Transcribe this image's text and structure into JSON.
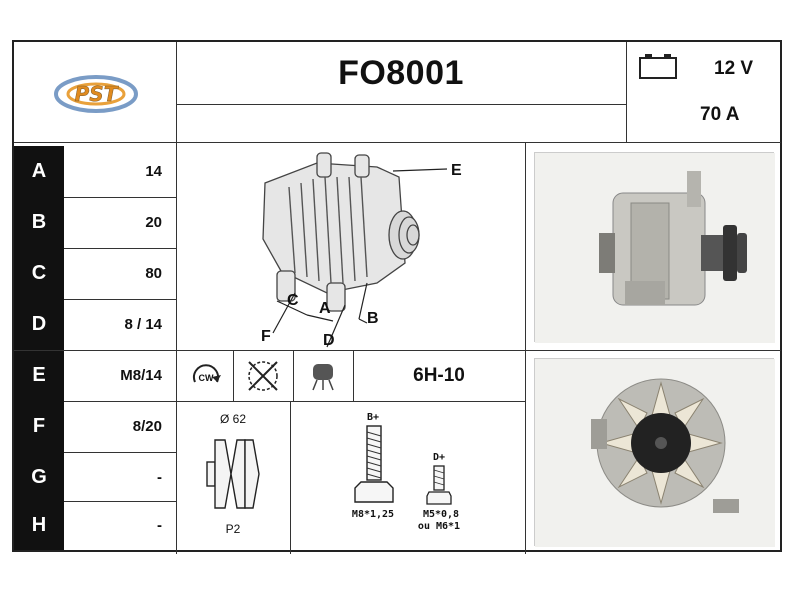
{
  "product": {
    "code": "FO8001",
    "voltage": "12 V",
    "current": "70 A",
    "logo_text": "PST"
  },
  "dimensions": [
    {
      "key": "A",
      "value": "14"
    },
    {
      "key": "B",
      "value": "20"
    },
    {
      "key": "C",
      "value": "80"
    },
    {
      "key": "D",
      "value": "8 / 14"
    },
    {
      "key": "E",
      "value": "M8/14"
    },
    {
      "key": "F",
      "value": "8/20"
    },
    {
      "key": "G",
      "value": "-"
    },
    {
      "key": "H",
      "value": "-"
    }
  ],
  "diagram": {
    "labels": {
      "E": "E",
      "C": "C",
      "A": "A",
      "B": "B",
      "F": "F",
      "D": "D"
    }
  },
  "features": {
    "rotation": "CW",
    "plug_code": "6H-10"
  },
  "pulley": {
    "diameter": "Ø 62",
    "type": "P2"
  },
  "terminals": {
    "b_plus_label": "B+",
    "b_plus_thread": "M8*1,25",
    "d_plus_label": "D+",
    "d_plus_thread_1": "M5*0,8",
    "d_plus_thread_2": "ou M6*1"
  },
  "icons": {
    "battery": "battery-icon",
    "rotation": "rotation-cw-icon",
    "regulator": "regulator-icon",
    "plug": "plug-icon"
  }
}
